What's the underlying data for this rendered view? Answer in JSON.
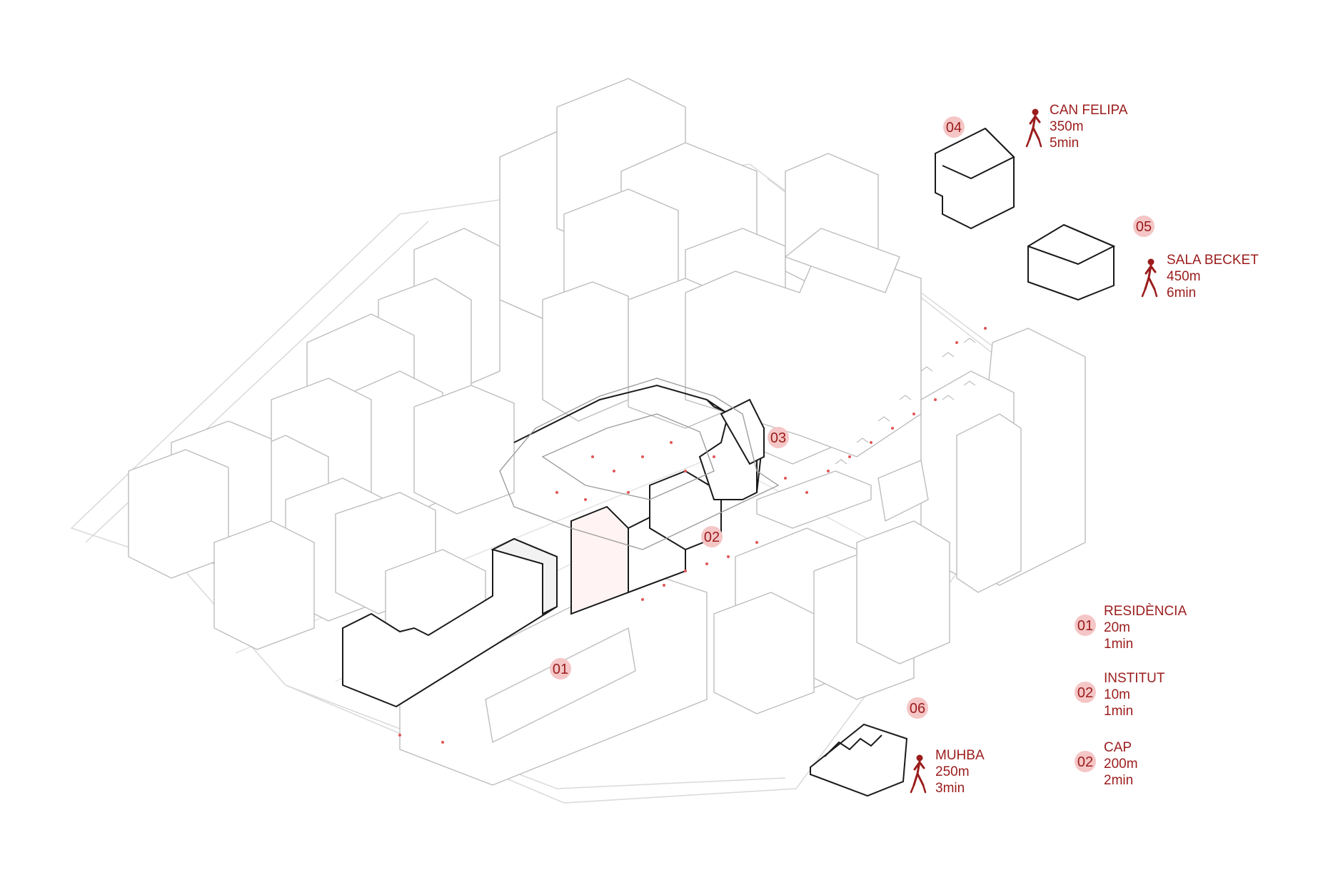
{
  "colors": {
    "accent": "#9b1c1c",
    "marker_fill": "#f5c6c6",
    "building_line": "#bdbdbd",
    "highlight_line": "#1a1a1a"
  },
  "markers": {
    "m01": "01",
    "m02": "02",
    "m03": "03",
    "m04": "04",
    "m05": "05",
    "m06": "06"
  },
  "destinations": {
    "can_felipa": {
      "number": "04",
      "name": "CAN FELIPA",
      "distance": "350m",
      "time": "5min",
      "icon": "walking-person-icon"
    },
    "sala_becket": {
      "number": "05",
      "name": "SALA BECKET",
      "distance": "450m",
      "time": "6min",
      "icon": "walking-person-icon"
    },
    "muhba": {
      "number": "06",
      "name": "MUHBA",
      "distance": "250m",
      "time": "3min",
      "icon": "walking-person-icon"
    }
  },
  "legend": [
    {
      "number": "01",
      "name": "RESIDÈNCIA",
      "distance": "20m",
      "time": "1min"
    },
    {
      "number": "02",
      "name": "INSTITUT",
      "distance": "10m",
      "time": "1min"
    },
    {
      "number": "02",
      "name": "CAP",
      "distance": "200m",
      "time": "2min"
    }
  ]
}
